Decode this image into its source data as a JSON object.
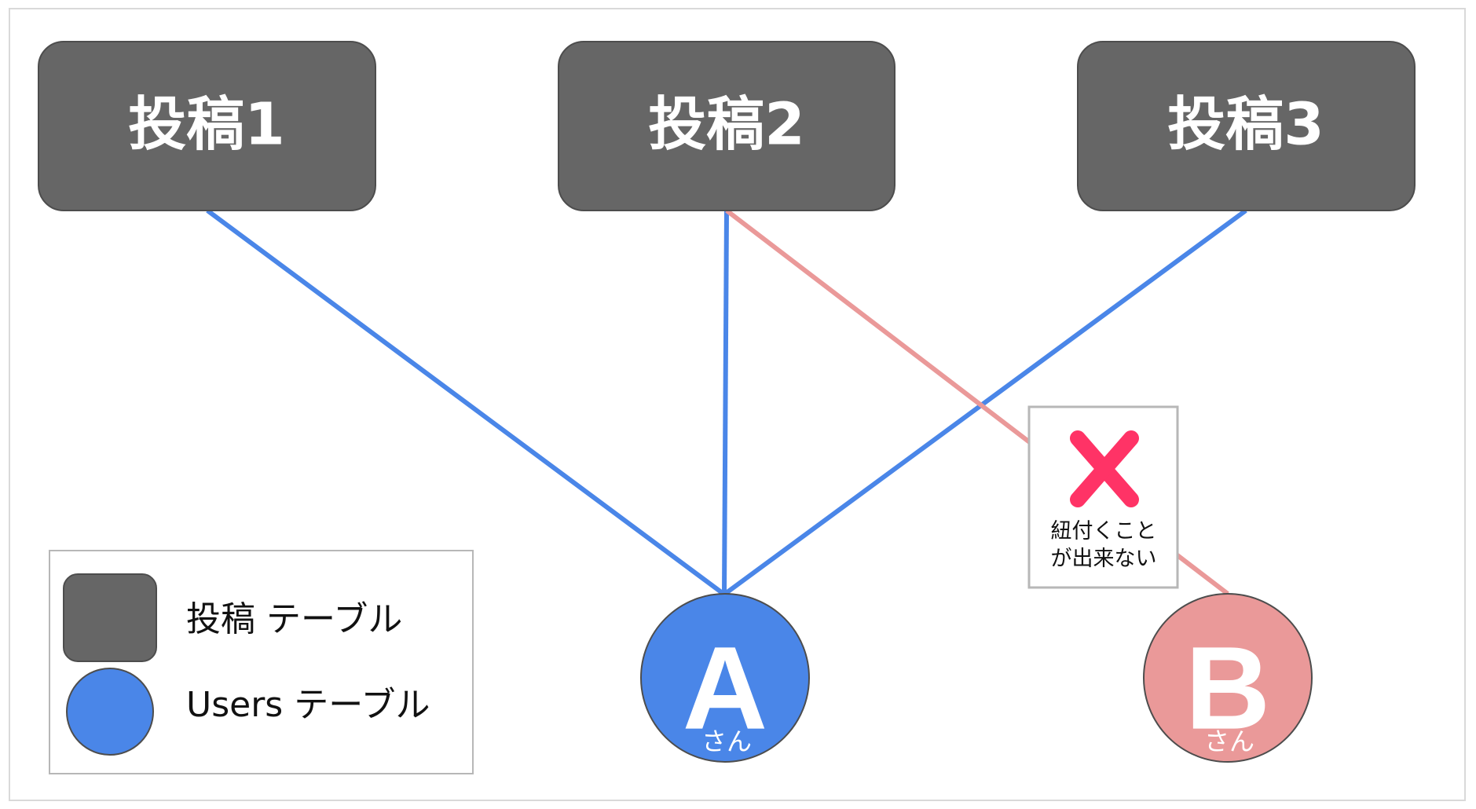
{
  "posts": [
    {
      "label": "投稿1"
    },
    {
      "label": "投稿2"
    },
    {
      "label": "投稿3"
    }
  ],
  "users": [
    {
      "letter": "A",
      "suffix": "さん",
      "color": "#4a86e8"
    },
    {
      "letter": "B",
      "suffix": "さん",
      "color": "#ea9999"
    }
  ],
  "links": [
    {
      "from": "投稿1",
      "to": "A",
      "allowed": true
    },
    {
      "from": "投稿2",
      "to": "A",
      "allowed": true
    },
    {
      "from": "投稿3",
      "to": "A",
      "allowed": true
    },
    {
      "from": "投稿2",
      "to": "B",
      "allowed": false
    }
  ],
  "note": {
    "line1": "紐付くこと",
    "line2": "が出来ない",
    "icon": "cross-icon",
    "icon_color": "#ff3366"
  },
  "legend": {
    "post_table": "投稿 テーブル",
    "users_table": "Users テーブル"
  },
  "colors": {
    "post_box": "#666666",
    "allowed_line": "#4a86e8",
    "blocked_line": "#ea9999",
    "frame_border": "#d9d9d9"
  }
}
